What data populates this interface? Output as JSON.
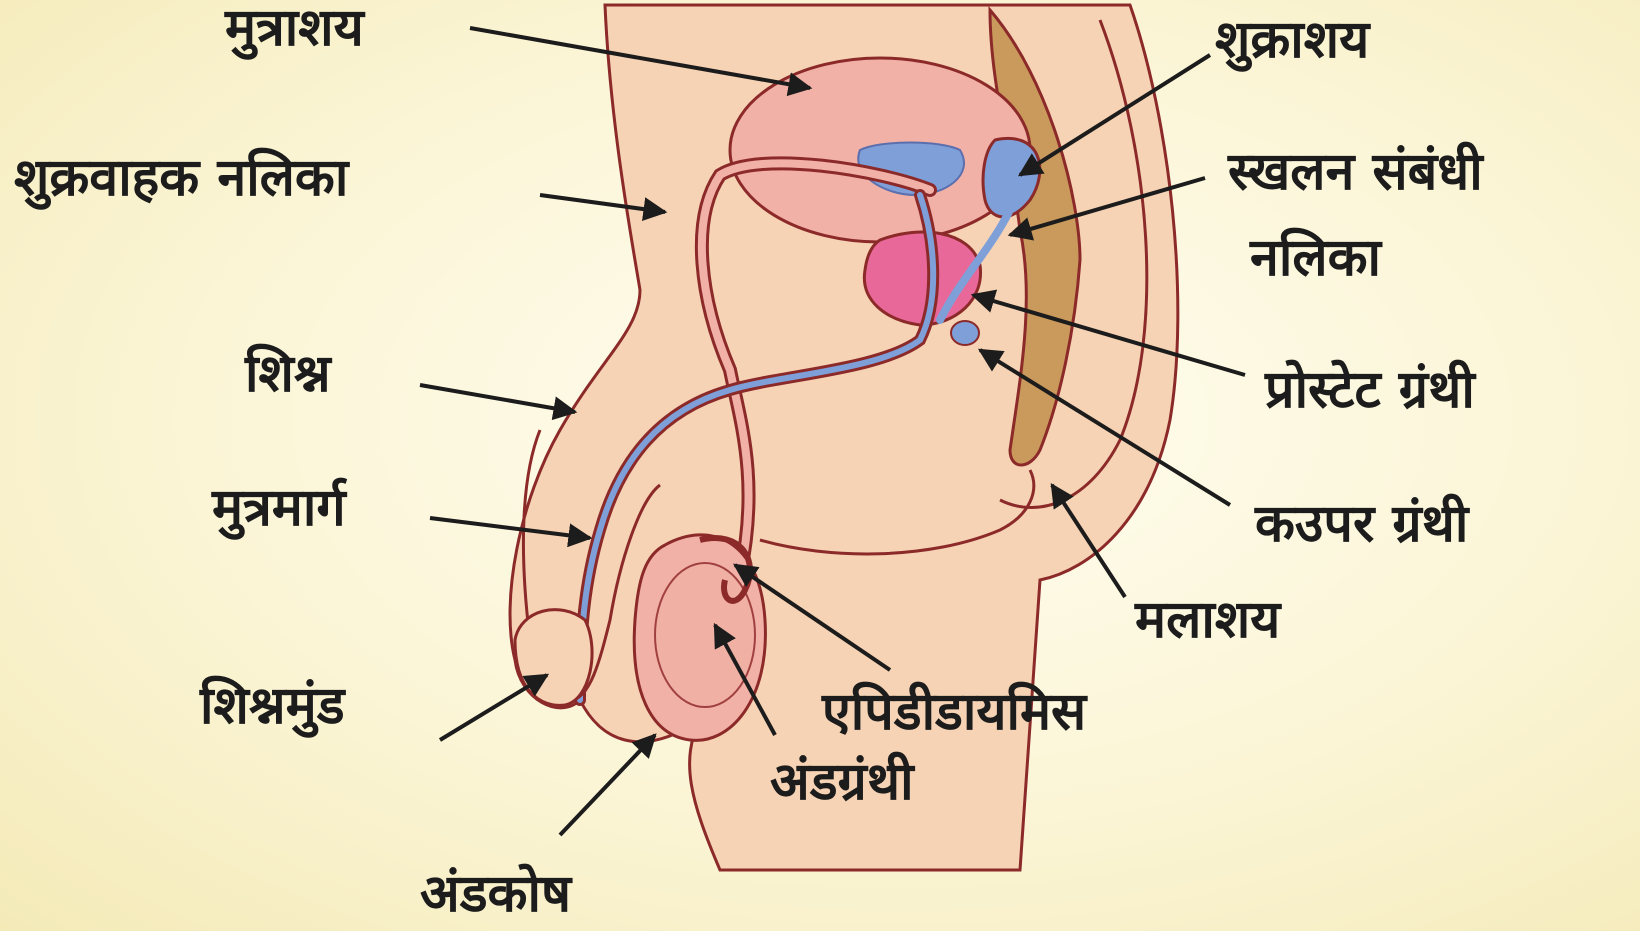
{
  "labels": {
    "bladder": "मुत्राशय",
    "vas_deferens": "शुक्रवाहक नलिका",
    "penis": "शिश्न",
    "urethra": "मुत्रमार्ग",
    "glans": "शिश्नमुंड",
    "scrotum": "अंडकोष",
    "seminal_vesicle": "शुक्राशय",
    "ejaculatory_duct_line1": "स्खलन संबंधी",
    "ejaculatory_duct_line2": "नलिका",
    "prostate": "प्रोस्टेट ग्रंथी",
    "cowper": "कउपर ग्रंथी",
    "rectum": "मलाशय",
    "epididymis": "एपिडीडायमिस",
    "testis": "अंडग्रंथी"
  },
  "colors": {
    "skin": "#f6d3b4",
    "outline": "#8c2a2a",
    "organ_pink": "#f2b1a6",
    "duct_blue": "#7f9fd8",
    "prostate_pink": "#e8689a",
    "rectum_brown": "#c99a5c",
    "arrow": "#1c1c1c"
  }
}
